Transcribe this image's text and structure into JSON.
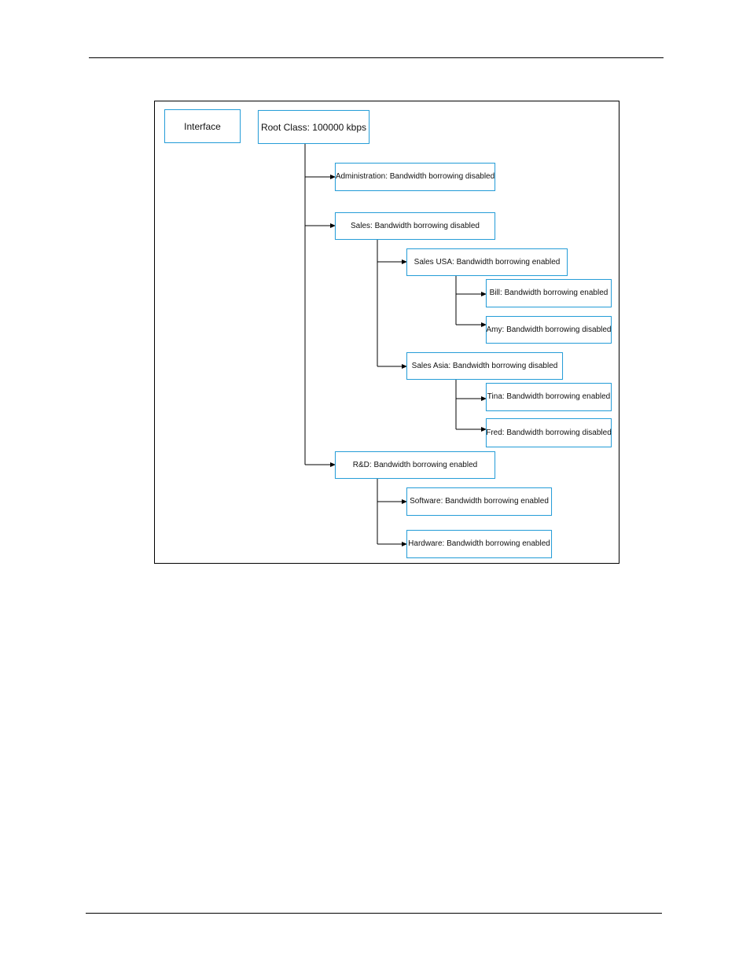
{
  "diagram": {
    "interface_label": "Interface",
    "root_label": "Root Class: 100000 kbps",
    "nodes": {
      "administration": "Administration: Bandwidth borrowing disabled",
      "sales": "Sales: Bandwidth borrowing disabled",
      "sales_usa": "Sales USA:  Bandwidth borrowing enabled",
      "bill": "Bill: Bandwidth borrowing enabled",
      "amy": "Amy: Bandwidth borrowing disabled",
      "sales_asia": "Sales Asia: Bandwidth borrowing disabled",
      "tina": "Tina: Bandwidth borrowing enabled",
      "fred": "Fred: Bandwidth borrowing disabled",
      "rnd": "R&D: Bandwidth borrowing enabled",
      "software": "Software: Bandwidth borrowing enabled",
      "hardware": "Hardware: Bandwidth borrowing enabled"
    },
    "colors": {
      "box_border": "#2a9fd8",
      "connector": "#000000"
    }
  }
}
